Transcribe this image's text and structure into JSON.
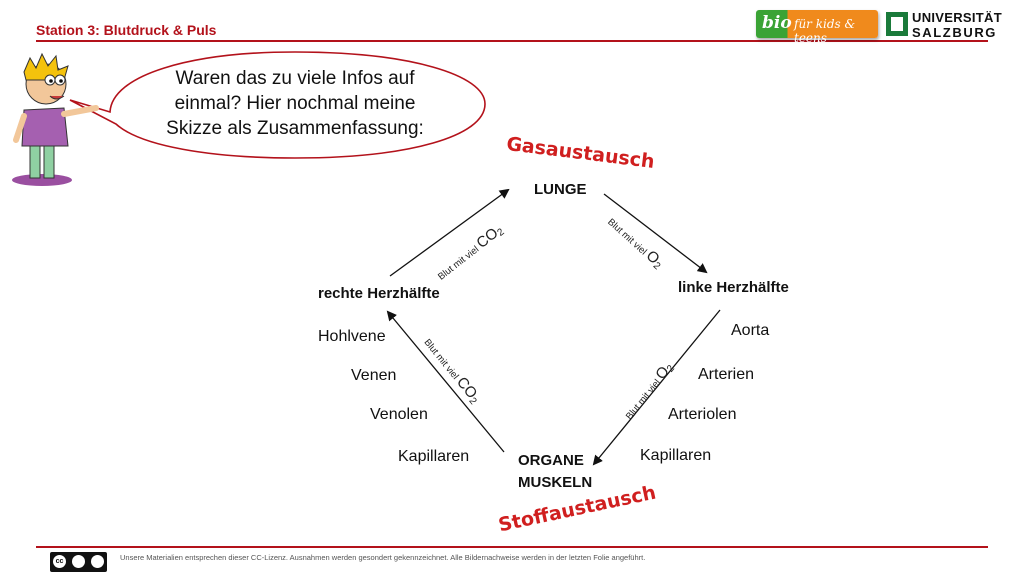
{
  "header": {
    "station_title": "Station 3: Blutdruck & Puls",
    "logo_bio_main": "bio",
    "logo_bio_sub": "für kids & teens",
    "logo_uni_line1": "UNIVERSITÄT",
    "logo_uni_line2": "SALZBURG"
  },
  "speech": {
    "line1": "Waren das zu viele Infos auf",
    "line2": "einmal? Hier nochmal meine",
    "line3": "Skizze als Zusammenfassung:"
  },
  "diagram": {
    "gasaustausch": "Gasaustausch",
    "stoffaustausch": "Stoffaustausch",
    "lunge": "LUNGE",
    "rechte_herzhaelfte": "rechte Herzhälfte",
    "linke_herzhaelfte": "linke Herzhälfte",
    "organe": "ORGANE",
    "muskeln": "MUSKELN",
    "left_vessels": [
      "Hohlvene",
      "Venen",
      "Venolen",
      "Kapillaren"
    ],
    "right_vessels": [
      "Aorta",
      "Arterien",
      "Arteriolen",
      "Kapillaren"
    ],
    "blut_label": "Blut mit viel",
    "co": "CO",
    "o": "O",
    "sub2": "2"
  },
  "footer": {
    "license_text": "Unsere Materialien entsprechen dieser CC-Lizenz. Ausnahmen werden gesondert gekennzeichnet. Alle Bildernachweise werden in der letzten Folie angeführt.",
    "cc_badge": "cc"
  }
}
